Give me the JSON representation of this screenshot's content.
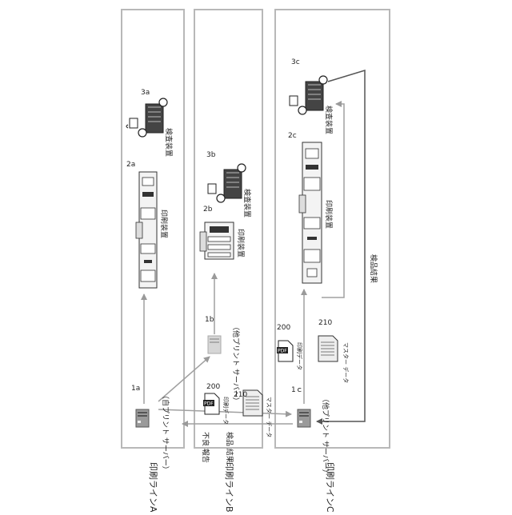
{
  "lines": {
    "a": {
      "label": "印刷ラインA"
    },
    "b": {
      "label": "印刷ラインB"
    },
    "c": {
      "label": "印刷ラインC"
    }
  },
  "servers": {
    "s1a": {
      "ref": "1a",
      "label": "（自プリント サーバー）"
    },
    "s1b": {
      "ref": "1b",
      "label": "（他プリント サーバー）"
    },
    "s1c": {
      "ref": "1ｃ",
      "label": "（他プリント サーバー）"
    }
  },
  "printers": {
    "p2a": {
      "ref": "2a",
      "label": "印刷装置"
    },
    "p2b": {
      "ref": "2b",
      "label": "印刷装置"
    },
    "p2c": {
      "ref": "2c",
      "label": "印刷装置"
    }
  },
  "inspectors": {
    "i3a": {
      "ref": "3a",
      "label": "検査装置"
    },
    "i3b": {
      "ref": "3b",
      "label": "検査装置"
    },
    "i3c": {
      "ref": "3c",
      "label": "検査装置"
    }
  },
  "documents": {
    "print_data_ref": "200",
    "print_data_label": "印刷データ",
    "print_data_icon": "PDF",
    "master_ref": "210",
    "master_label": "マスター データ"
  },
  "flows": {
    "defect_report": "不良 報告",
    "inspection_result_left": "検品 結果",
    "inspection_result_right": "検品結果"
  }
}
